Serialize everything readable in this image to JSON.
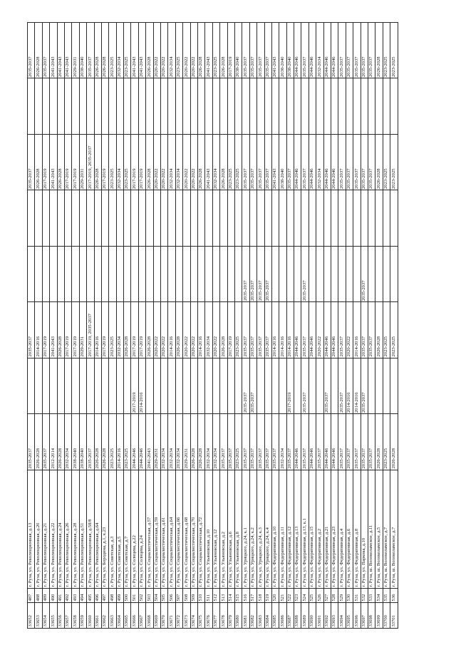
{
  "rows": [
    {
      "id": "33652",
      "num": "487",
      "address": "г. Руза, ул. Революционная, д.13",
      "years": [
        "2035-2037",
        "",
        "2035-2037",
        "",
        "",
        "2035-2037",
        "",
        "2035-2037"
      ]
    },
    {
      "id": "33653",
      "num": "488",
      "address": "г. Руза, ул. Революционная, д.20",
      "years": [
        "2026-2028",
        "",
        "2014-2016",
        "",
        "",
        "2026-2028",
        "",
        "2026-2028"
      ]
    },
    {
      "id": "33654",
      "num": "489",
      "address": "г. Руза, ул. Революционная, д.21",
      "years": [
        "2035-2037",
        "",
        "2017-2019",
        "",
        "",
        "2017-2019",
        "",
        "2035-2037"
      ]
    },
    {
      "id": "33655",
      "num": "490",
      "address": "г. Руза, ул. Революционная, д.22",
      "years": [
        "2012-2014",
        "",
        "2041-2043",
        "",
        "",
        "2041-2043",
        "",
        "2041-2043"
      ]
    },
    {
      "id": "33656",
      "num": "491",
      "address": "г. Руза, ул. Революционная, д.24",
      "years": [
        "2026-2028",
        "",
        "2026-2028",
        "",
        "",
        "2026-2028",
        "",
        "2041-2043"
      ]
    },
    {
      "id": "33657",
      "num": "492",
      "address": "г. Руза, ул. Революционная, д.26",
      "years": [
        "2032-2034",
        "",
        "2017-2019",
        "",
        "",
        "2017-2019",
        "",
        "2041-2043"
      ]
    },
    {
      "id": "33658",
      "num": "493",
      "address": "г. Руза, ул. Революционная, д.28",
      "years": [
        "2038-2040",
        "",
        "2017-2019",
        "",
        "",
        "2017-2019",
        "",
        "2029-2031"
      ]
    },
    {
      "id": "33659",
      "num": "494",
      "address": "г. Руза, ул. Революционная, д.51",
      "years": [
        "2038-2040",
        "",
        "2029-2031",
        "",
        "",
        "2029-2031",
        "",
        "2038-2040"
      ]
    },
    {
      "id": "33660",
      "num": "495",
      "address": "г. Руза, ул. Революционная, д.58/8",
      "years": [
        "2035-2037",
        "",
        "2017-2019, 2035-2037",
        "",
        "",
        "2017-2019, 2035-2037",
        "",
        "2035-2037"
      ]
    },
    {
      "id": "33661",
      "num": "496",
      "address": "г. Руза, ул. Революционная, д.64",
      "years": [
        "2026-2028",
        "",
        "2014-2016",
        "",
        "",
        "2026-2028",
        "",
        "2026-2028"
      ]
    },
    {
      "id": "33662",
      "num": "497",
      "address": "г. Руза, ул. Бородина, д.1, к.23",
      "years": [
        "2026-2028",
        "",
        "2017-2019",
        "",
        "",
        "2017-2019",
        "",
        "2026-2028"
      ]
    },
    {
      "id": "33663",
      "num": "498",
      "address": "г. Руза, ул. Советская, д.3",
      "years": [
        "2023-2025",
        "",
        "2023-2025",
        "",
        "",
        "2023-2025",
        "",
        "2023-2025"
      ]
    },
    {
      "id": "33664",
      "num": "499",
      "address": "г. Руза, ул. Советская, д.5",
      "years": [
        "2014-2016",
        "",
        "2032-2034",
        "",
        "",
        "2032-2034",
        "",
        "2032-2034"
      ]
    },
    {
      "id": "33665",
      "num": "500",
      "address": "г. Руза, ул. Советская, д.7",
      "years": [
        "2023-2025",
        "",
        "2026-2028",
        "",
        "",
        "2023-2025",
        "",
        "2023-2025"
      ]
    },
    {
      "id": "33666",
      "num": "501",
      "address": "г. Руза, ул. Солнцева, д.22",
      "years": [
        "2044-2046",
        "2017-2019",
        "2017-2019",
        "",
        "",
        "2017-2019",
        "",
        "2041-2043"
      ]
    },
    {
      "id": "33667",
      "num": "502",
      "address": "г. Руза, ул. Солнцева, д.24",
      "years": [
        "2044-2046",
        "2014-2016",
        "2017-2019",
        "",
        "",
        "2017-2019",
        "",
        "2041-2043"
      ]
    },
    {
      "id": "33668",
      "num": "503",
      "address": "г. Руза, ул. Социалистическая, д.57",
      "years": [
        "2041-2043",
        "",
        "2026-2028",
        "",
        "",
        "2026-2028",
        "",
        "2026-2028"
      ]
    },
    {
      "id": "33669",
      "num": "504",
      "address": "г. Руза, ул. Социалистическая, д.59",
      "years": [
        "2029-2031",
        "",
        "2020-2022",
        "",
        "",
        "2020-2022",
        "",
        "2020-2022"
      ]
    },
    {
      "id": "33670",
      "num": "505",
      "address": "г. Руза, ул. Социалистическая, д.61",
      "years": [
        "2032-2034",
        "",
        "2020-2022",
        "",
        "",
        "2020-2022",
        "",
        "2020-2022"
      ]
    },
    {
      "id": "33671",
      "num": "506",
      "address": "г. Руза, ул. Социалистическая, д.64",
      "years": [
        "2032-2034",
        "",
        "2014-2016",
        "",
        "",
        "2032-2034",
        "",
        "2032-2034"
      ]
    },
    {
      "id": "33672",
      "num": "507",
      "address": "г. Руза, ул. Социалистическая, д.66",
      "years": [
        "2032-2034",
        "",
        "2026-2028",
        "",
        "",
        "2032-2034",
        "",
        "2023-2025"
      ]
    },
    {
      "id": "33673",
      "num": "508",
      "address": "г. Руза, ул. Социалистическая, д.68",
      "years": [
        "2029-2031",
        "",
        "2020-2022",
        "",
        "",
        "2020-2022",
        "",
        "2020-2022"
      ]
    },
    {
      "id": "33674",
      "num": "509",
      "address": "г. Руза, ул. Социалистическая, д.70",
      "years": [
        "2026-2028",
        "",
        "2020-2022",
        "",
        "",
        "2020-2022",
        "",
        "2020-2022"
      ]
    },
    {
      "id": "33675",
      "num": "510",
      "address": "г. Руза, ул. Социалистическая, д.72",
      "years": [
        "2026-2028",
        "",
        "2014-2016",
        "",
        "",
        "2026-2028",
        "",
        "2026-2028"
      ]
    },
    {
      "id": "33676",
      "num": "511",
      "address": "г. Руза, ул. Ульяновская, д.10",
      "years": [
        "2032-2034",
        "",
        "2032-2034",
        "",
        "",
        "2041-2043",
        "",
        "2041-2043"
      ]
    },
    {
      "id": "33677",
      "num": "512",
      "address": "г. Руза, ул. Ульяновская, д.12",
      "years": [
        "2032-2034",
        "",
        "2020-2022",
        "",
        "",
        "2032-2034",
        "",
        "2023-2025"
      ]
    },
    {
      "id": "33678",
      "num": "513",
      "address": "г. Руза, ул. Ульяновская, д.2",
      "years": [
        "2035-2037",
        "",
        "2026-2028",
        "",
        "",
        "2026-2028",
        "",
        "2026-2028"
      ]
    },
    {
      "id": "33679",
      "num": "514",
      "address": "г. Руза, ул. Ульяновская, д.6",
      "years": [
        "2035-2037",
        "",
        "2017-2019",
        "",
        "",
        "2023-2025",
        "",
        "2017-2019"
      ]
    },
    {
      "id": "33680",
      "num": "515",
      "address": "г. Руза, ул. Ульяновская, д.8",
      "years": [
        "2023-2025",
        "",
        "2023-2025",
        "",
        "",
        "2023-2025",
        "",
        "2038-2040"
      ]
    },
    {
      "id": "33681",
      "num": "516",
      "address": "г. Руза, ул. Урицкого, д.24, к.1",
      "years": [
        "2035-2037",
        "2035-2037",
        "2035-2037",
        "2035-2037",
        "",
        "2035-2037",
        "",
        "2035-2037"
      ]
    },
    {
      "id": "33682",
      "num": "517",
      "address": "г. Руза, ул. Урицкого, д.24, к.2",
      "years": [
        "2035-2037",
        "2035-2037",
        "2035-2037",
        "2035-2037",
        "",
        "2035-2037",
        "",
        "2035-2037"
      ]
    },
    {
      "id": "33683",
      "num": "518",
      "address": "г. Руза, ул. Урицкого, д.24, к.3",
      "years": [
        "2035-2037",
        "",
        "2035-2037",
        "2035-2037",
        "",
        "2035-2037",
        "",
        "2035-2037"
      ]
    },
    {
      "id": "33684",
      "num": "519",
      "address": "г. Руза, ул. Урицкого, д.24, к.4",
      "years": [
        "2035-2037",
        "",
        "2035-2037",
        "2035-2037",
        "",
        "2035-2037",
        "",
        "2035-2037"
      ]
    },
    {
      "id": "33685",
      "num": "520",
      "address": "г. Руза, ул. Федеративная, д.10",
      "years": [
        "2035-2037",
        "",
        "2014-2016",
        "",
        "",
        "2041-2043",
        "",
        "2041-2043"
      ]
    },
    {
      "id": "33686",
      "num": "521",
      "address": "г. Руза, ул. Федеративная, д.11",
      "years": [
        "2032-2034",
        "",
        "2014-2016",
        "",
        "",
        "2038-2040",
        "",
        "2038-2040"
      ]
    },
    {
      "id": "33687",
      "num": "522",
      "address": "г. Руза, ул. Федеративная, д.12",
      "years": [
        "2035-2037",
        "2017-2019",
        "2014-2016",
        "",
        "",
        "2035-2037",
        "",
        "2038-2040"
      ]
    },
    {
      "id": "33688",
      "num": "523",
      "address": "г. Руза, ул. Федеративная, д.13",
      "years": [
        "2044-2046",
        "",
        "2044-2046",
        "",
        "",
        "2044-2046",
        "",
        "2044-2046"
      ]
    },
    {
      "id": "33689",
      "num": "524",
      "address": "г. Руза, ул. Федеративная, д.13, к.1",
      "years": [
        "2035-2037",
        "2035-2037",
        "2035-2037",
        "2035-2037",
        "",
        "2035-2037",
        "",
        "2035-2037"
      ]
    },
    {
      "id": "33690",
      "num": "525",
      "address": "г. Руза, ул. Федеративная, д.15",
      "years": [
        "2044-2046",
        "",
        "2044-2046",
        "",
        "",
        "2044-2046",
        "",
        "2044-2046"
      ]
    },
    {
      "id": "33691",
      "num": "526",
      "address": "г. Руза, ул. Федеративная, д.2",
      "years": [
        "2035-2037",
        "",
        "2020-2022",
        "",
        "",
        "2032-2034",
        "",
        "2032-2034"
      ]
    },
    {
      "id": "33692",
      "num": "527",
      "address": "г. Руза, ул. Федеративная, д.21",
      "years": [
        "2044-2046",
        "2035-2037",
        "2044-2046",
        "",
        "",
        "2044-2046",
        "",
        "2044-2046"
      ]
    },
    {
      "id": "33693",
      "num": "528",
      "address": "г. Руза, ул. Федеративная, д.23",
      "years": [
        "2044-2046",
        "",
        "2044-2046",
        "",
        "",
        "2044-2046",
        "",
        "2044-2046"
      ]
    },
    {
      "id": "33694",
      "num": "529",
      "address": "г. Руза, ул. Федеративная, д.4",
      "years": [
        "2035-2037",
        "2035-2037",
        "2035-2037",
        "",
        "",
        "2035-2037",
        "",
        "2035-2037"
      ]
    },
    {
      "id": "33695",
      "num": "530",
      "address": "г. Руза, ул. Федеративная, д.6",
      "years": [
        "2035-2037",
        "2014-2016",
        "2020-2022",
        "",
        "",
        "2035-2037",
        "",
        "2035-2037"
      ]
    },
    {
      "id": "33696",
      "num": "531",
      "address": "г. Руза, ул. Федеративная, д.8",
      "years": [
        "2035-2037",
        "2014-2016",
        "2014-2016",
        "",
        "",
        "2035-2037",
        "",
        "2035-2037"
      ]
    },
    {
      "id": "33697",
      "num": "532",
      "address": "г. Руза, ул. Паркова, д.10",
      "years": [
        "2035-2037",
        "2035-2037",
        "2035-2037",
        "2035-2037",
        "",
        "2035-2037",
        "",
        "2035-2037"
      ]
    },
    {
      "id": "33698",
      "num": "533",
      "address": "г. Руза, ш. Волоколамское, д.11",
      "years": [
        "2035-2037",
        "",
        "2035-2037",
        "",
        "",
        "2035-2037",
        "",
        "2035-2037"
      ]
    },
    {
      "id": "33699",
      "num": "534",
      "address": "г. Руза, ш. Волоколамское, д.5",
      "years": [
        "2026-2028",
        "",
        "2026-2028",
        "",
        "",
        "2026-2028",
        "",
        "2026-2028"
      ]
    },
    {
      "id": "33700",
      "num": "535",
      "address": "г. Руза, ш. Волоколамское, д.7",
      "years": [
        "2023-2025",
        "",
        "2023-2025",
        "",
        "",
        "2023-2025",
        "",
        "2023-2025"
      ]
    },
    {
      "id": "33701",
      "num": "536",
      "address": "г. Руза, ш. Волоколамское, д.7",
      "years": [
        "2026-2028",
        "",
        "2023-2025",
        "",
        "",
        "2023-2025",
        "",
        "2023-2025"
      ]
    }
  ]
}
